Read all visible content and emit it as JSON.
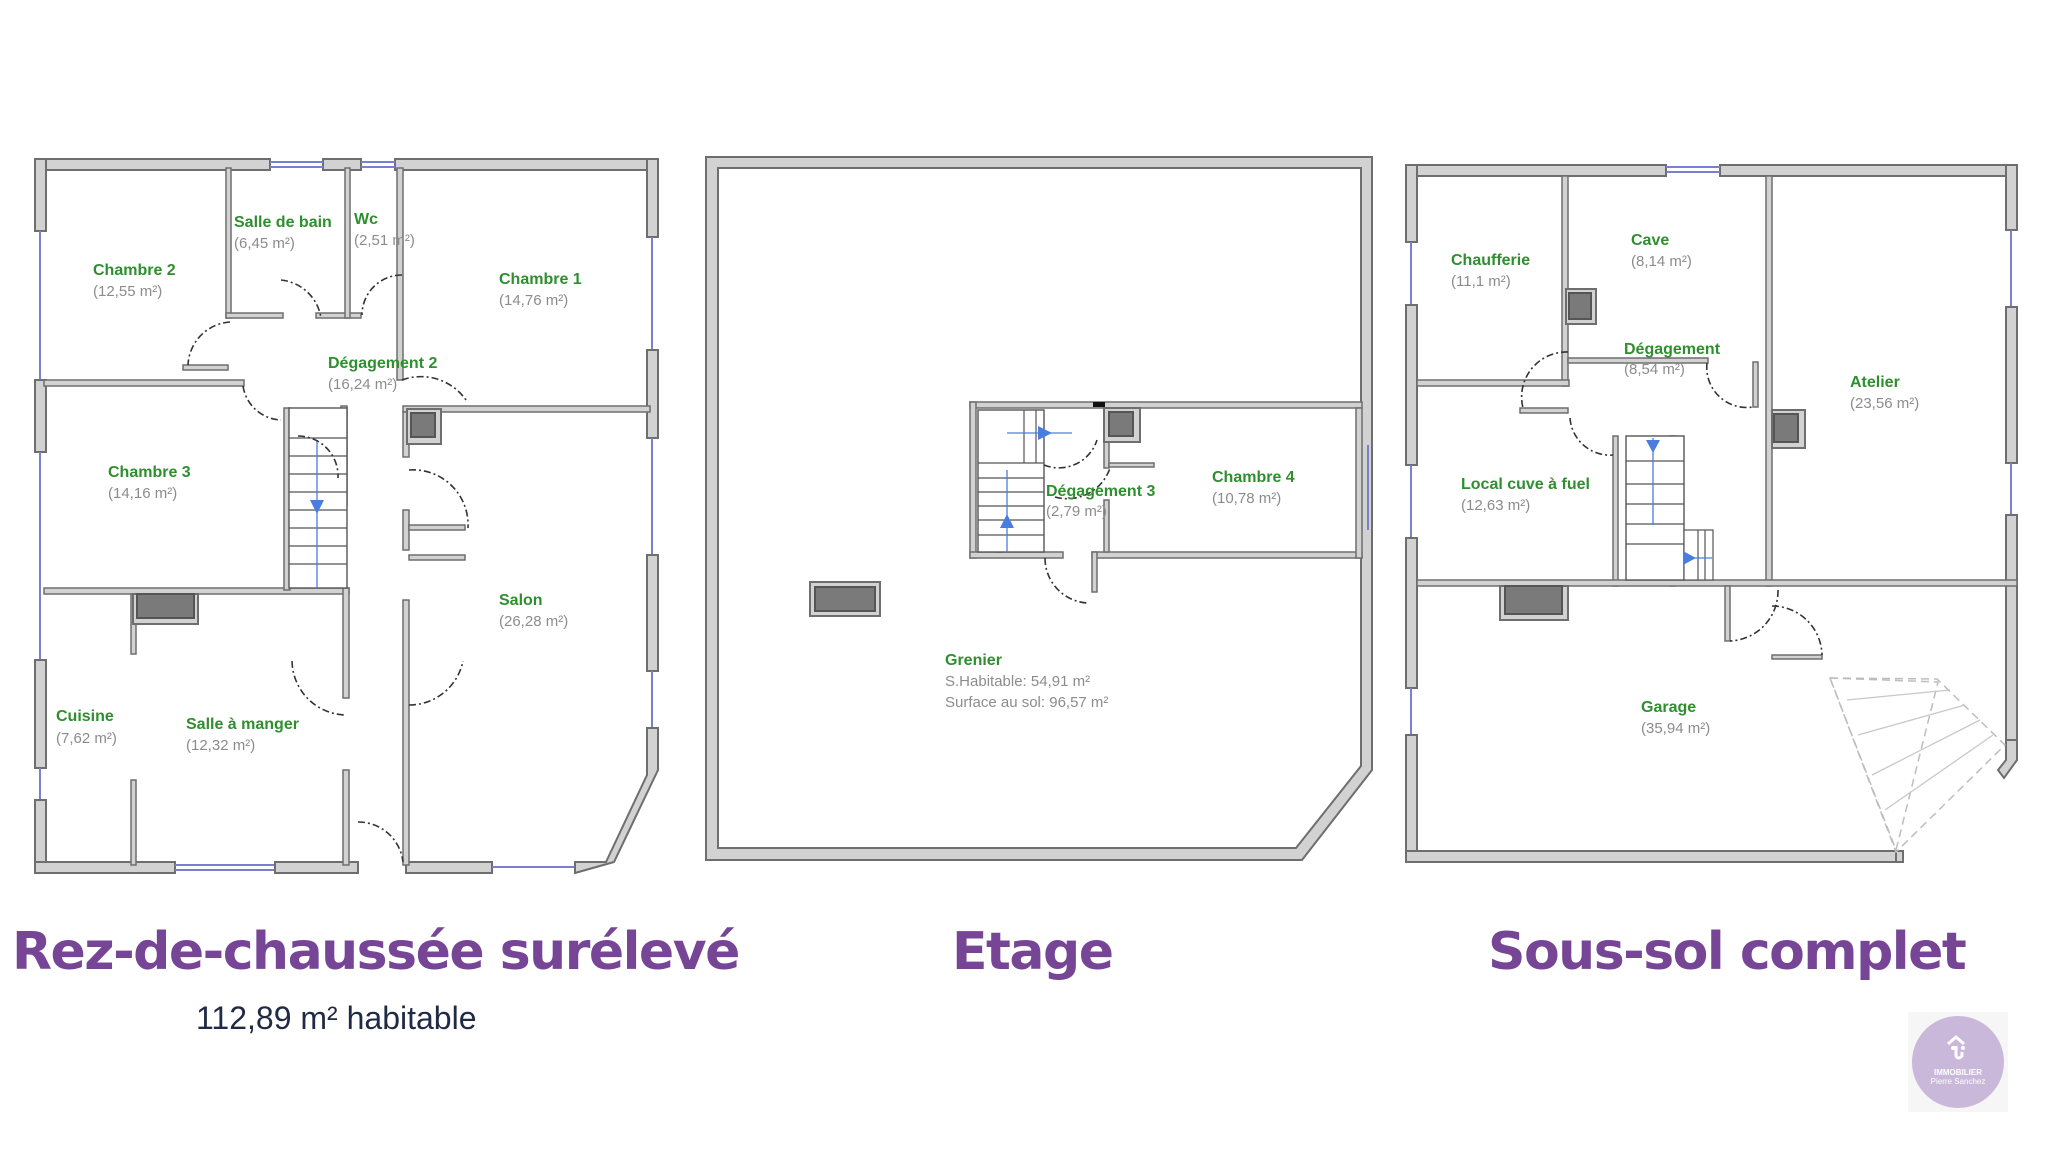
{
  "floors": [
    {
      "title": "Rez-de-chaussée surélevé",
      "subtitle": "112,89 m² habitable",
      "rooms": [
        {
          "name": "Chambre 2",
          "area": "(12,55 m²)"
        },
        {
          "name": "Salle de bain",
          "area": "(6,45 m²)"
        },
        {
          "name": "Wc",
          "area": "(2,51 m²)"
        },
        {
          "name": "Chambre 1",
          "area": "(14,76 m²)"
        },
        {
          "name": "Dégagement 2",
          "area": "(16,24 m²)"
        },
        {
          "name": "Chambre 3",
          "area": "(14,16 m²)"
        },
        {
          "name": "Salon",
          "area": "(26,28 m²)"
        },
        {
          "name": "Cuisine",
          "area": "(7,62 m²)"
        },
        {
          "name": "Salle à manger",
          "area": "(12,32 m²)"
        }
      ]
    },
    {
      "title": "Etage",
      "rooms": [
        {
          "name": "Dégagement 3",
          "area": "(2,79 m²)"
        },
        {
          "name": "Chambre 4",
          "area": "(10,78 m²)"
        },
        {
          "name": "Grenier",
          "area": "S.Habitable: 54,91 m²",
          "area2": "Surface au sol: 96,57 m²"
        }
      ]
    },
    {
      "title": "Sous-sol complet",
      "rooms": [
        {
          "name": "Chaufferie",
          "area": "(11,1 m²)"
        },
        {
          "name": "Cave",
          "area": "(8,14 m²)"
        },
        {
          "name": "Dégagement",
          "area": "(8,54 m²)"
        },
        {
          "name": "Atelier",
          "area": "(23,56 m²)"
        },
        {
          "name": "Local cuve à fuel",
          "area": "(12,63 m²)"
        },
        {
          "name": "Garage",
          "area": "(35,94 m²)"
        }
      ]
    }
  ],
  "logo": {
    "brand": "IMMOBILIER",
    "owner": "Pierre Sanchez",
    "icon": "house-smile-icon"
  },
  "colors": {
    "title": "#774596",
    "room_name": "#2f8f2f",
    "room_area": "#8c8c8c",
    "wall": "#d2d2d2",
    "logo_bg": "#c9b8da"
  }
}
